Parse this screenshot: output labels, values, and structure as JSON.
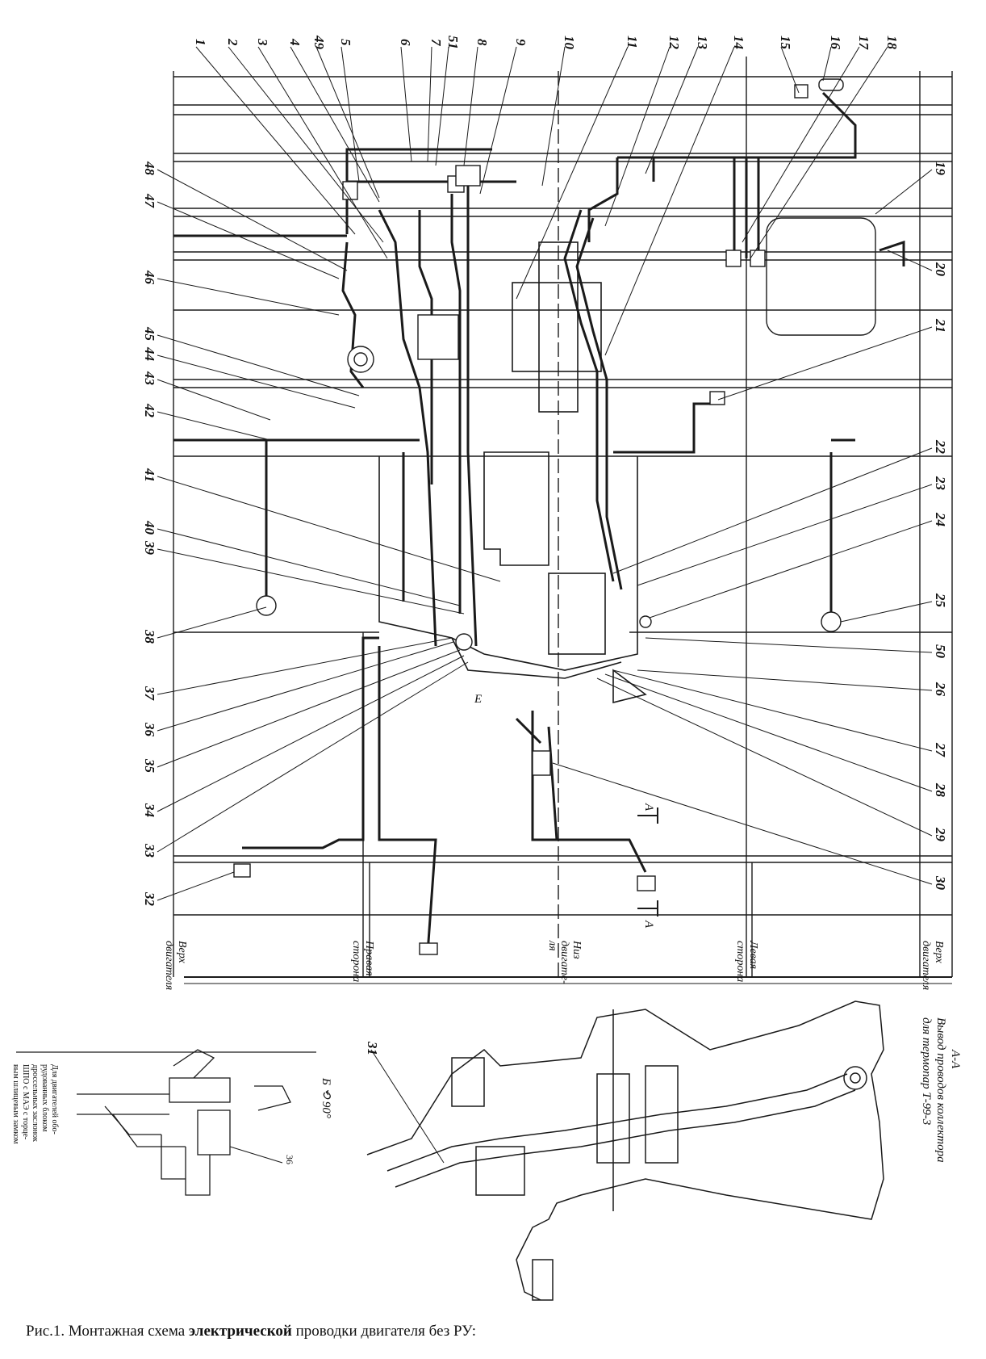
{
  "caption": {
    "prefix": "Рис.1. Монтажная схема ",
    "bold": "электрической",
    "suffix": " проводки двигателя без РУ:"
  },
  "callouts_top": [
    "1",
    "2",
    "3",
    "4",
    "49",
    "5",
    "6",
    "7",
    "51",
    "8",
    "9",
    "10",
    "11",
    "12",
    "13",
    "14",
    "15",
    "16",
    "17",
    "18"
  ],
  "callouts_right": [
    "19",
    "20",
    "21",
    "22",
    "23",
    "24",
    "25",
    "50",
    "26",
    "27",
    "28",
    "29",
    "30"
  ],
  "callouts_left": [
    "48",
    "47",
    "46",
    "45",
    "44",
    "43",
    "42",
    "41",
    "40",
    "39",
    "38",
    "37",
    "36",
    "35",
    "34",
    "33",
    "32"
  ],
  "bottom_labels": {
    "top_left": [
      "Верх",
      "двигателя"
    ],
    "right_side": [
      "Правая",
      "сторона"
    ],
    "bottom": [
      "Низ",
      "двигате-",
      "ля"
    ],
    "left_side": [
      "Левая",
      "сторона"
    ],
    "top_right": [
      "Верх",
      "двигателя"
    ]
  },
  "section_marks": {
    "a_upper": "A",
    "a_lower": "A",
    "e_mark": "Е"
  },
  "section_view": {
    "title": "А-А",
    "subtitle_1": "Вывод проводов  коллектора",
    "subtitle_2": "для  термопар  Т-99-3",
    "callout": "31"
  },
  "inset": {
    "view_label": "Б ⟲ 90°",
    "callout": "36",
    "note": [
      "Для двигателей обо-",
      "рудованных блоком",
      "дроссельных заслонок",
      "ШПО с МАЭ с торце-",
      "вым шлицевым замком"
    ]
  },
  "colors": {
    "ink": "#1a1a1a",
    "paper": "#ffffff"
  }
}
